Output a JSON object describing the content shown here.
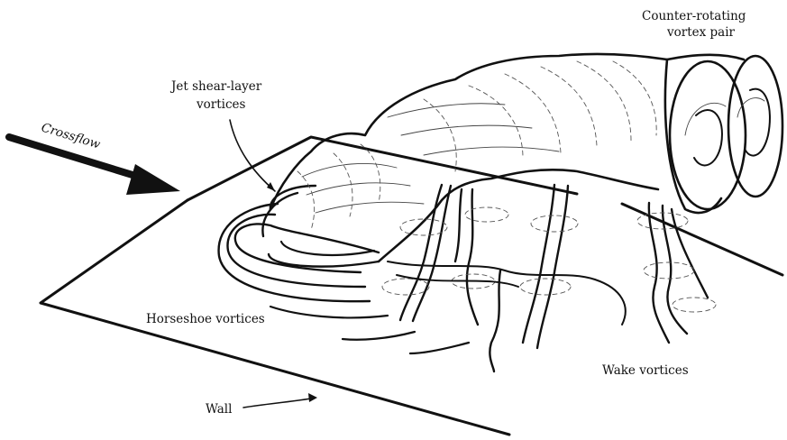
{
  "labels": {
    "counter_rotating_line1": "Counter-rotating",
    "counter_rotating_line2": "vortex pair",
    "jet_shear_line1": "Jet shear-layer",
    "jet_shear_line2": "vortices",
    "crossflow": "Crossflow",
    "horseshoe": "Horseshoe vortices",
    "wake": "Wake vortices",
    "wall": "Wall"
  },
  "colors": {
    "ink": "#111111",
    "background": "#ffffff"
  }
}
